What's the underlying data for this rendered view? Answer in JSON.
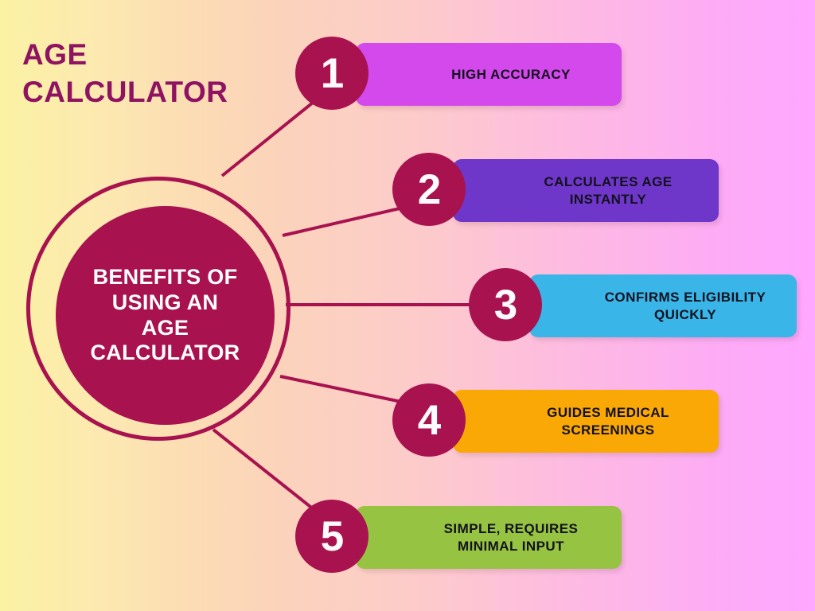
{
  "title": "AGE\nCALCULATOR",
  "hub": {
    "label": "BENEFITS OF\nUSING AN\nAGE\nCALCULATOR"
  },
  "items": [
    {
      "number": "1",
      "label": "HIGH ACCURACY",
      "color": "#d449ec"
    },
    {
      "number": "2",
      "label": "CALCULATES AGE\nINSTANTLY",
      "color": "#6f37c9"
    },
    {
      "number": "3",
      "label": "CONFIRMS ELIGIBILITY\nQUICKLY",
      "color": "#3ab5e8"
    },
    {
      "number": "4",
      "label": "GUIDES MEDICAL\nSCREENINGS",
      "color": "#f9a806"
    },
    {
      "number": "5",
      "label": "SIMPLE, REQUIRES\nMINIMAL INPUT",
      "color": "#96c342"
    }
  ],
  "colors": {
    "accent": "#a8124f",
    "title": "#8e1361",
    "hub_text": "#ffffff",
    "bar_text": "#12111e",
    "background_start": "#fbf2a4",
    "background_end": "#ffa8ff"
  }
}
